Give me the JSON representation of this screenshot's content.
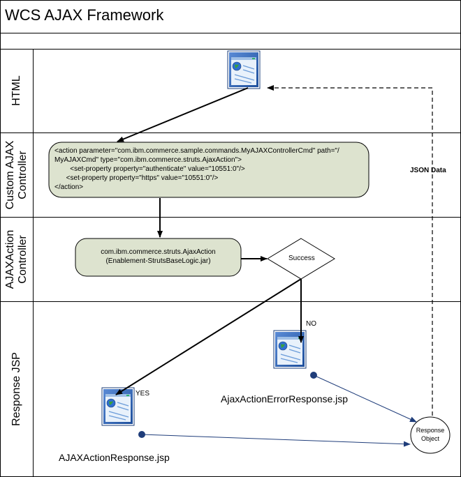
{
  "title": "WCS AJAX Framework",
  "lanes": [
    {
      "id": "html",
      "lines": [
        "HTML"
      ]
    },
    {
      "id": "custom",
      "lines": [
        "Custom AJAX",
        "Controller"
      ]
    },
    {
      "id": "ajaxaction",
      "lines": [
        "AJAXAction",
        "Controller"
      ]
    },
    {
      "id": "response",
      "lines": [
        "Response JSP"
      ]
    }
  ],
  "config_box": {
    "lines": [
      "<action parameter=\"com.ibm.commerce.sample.commands.MyAJAXControllerCmd\" path=\"/",
      "MyAJAXCmd\" type=\"com.ibm.commerce.struts.AjaxAction\">",
      "        <set-property property=\"authenticate\" value=\"10551:0\"/>",
      "      <set-property property=\"https\" value=\"10551:0\"/>",
      "</action>"
    ]
  },
  "ajax_action_box": {
    "lines": [
      "com.ibm.commerce.struts.AjaxAction",
      "(Enablement-StrutsBaseLogic.jar)"
    ]
  },
  "decision": {
    "label": "Success"
  },
  "edge_labels": {
    "json_data": "JSON Data",
    "no": "NO",
    "yes": "YES"
  },
  "files": {
    "error_response": "AjaxActionErrorResponse.jsp",
    "action_response": "AJAXActionResponse.jsp"
  },
  "response_object": {
    "lines": [
      "Response",
      "Object"
    ]
  },
  "colors": {
    "process_fill": "#dde3cf",
    "page_blue": "#3f6fb5",
    "border": "#000000"
  },
  "icons": [
    "web-page-icon",
    "web-page-icon",
    "web-page-icon"
  ]
}
